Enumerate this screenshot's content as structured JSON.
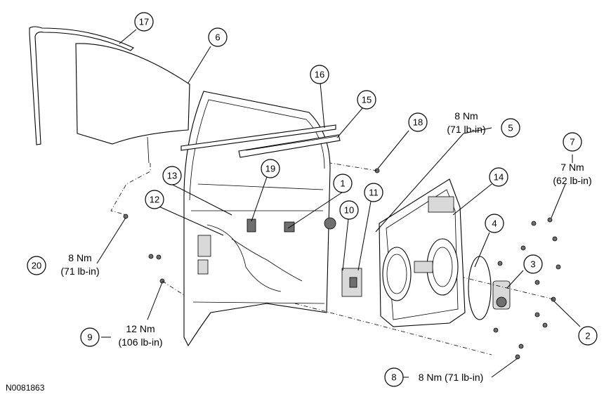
{
  "figure_id": "N0081863",
  "callouts": [
    {
      "id": "c1",
      "label": "1"
    },
    {
      "id": "c2",
      "label": "2"
    },
    {
      "id": "c3",
      "label": "3"
    },
    {
      "id": "c4",
      "label": "4"
    },
    {
      "id": "c5",
      "label": "5"
    },
    {
      "id": "c6",
      "label": "6"
    },
    {
      "id": "c7",
      "label": "7"
    },
    {
      "id": "c8",
      "label": "8"
    },
    {
      "id": "c9",
      "label": "9"
    },
    {
      "id": "c10",
      "label": "10"
    },
    {
      "id": "c11",
      "label": "11"
    },
    {
      "id": "c12",
      "label": "12"
    },
    {
      "id": "c13",
      "label": "13"
    },
    {
      "id": "c14",
      "label": "14"
    },
    {
      "id": "c15",
      "label": "15"
    },
    {
      "id": "c16",
      "label": "16"
    },
    {
      "id": "c17",
      "label": "17"
    },
    {
      "id": "c18",
      "label": "18"
    },
    {
      "id": "c19",
      "label": "19"
    },
    {
      "id": "c20",
      "label": "20"
    }
  ],
  "torque_specs": {
    "spec_5_nm": "8 Nm",
    "spec_5_lbin": "(71 lb-in)",
    "spec_7_nm": "7 Nm",
    "spec_7_lbin": "(62 lb-in)",
    "spec_20_nm": "8 Nm",
    "spec_20_lbin": "(71 lb-in)",
    "spec_9_nm": "12 Nm",
    "spec_9_lbin": "(106 lb-in)",
    "spec_8": "8 Nm (71 lb-in)"
  }
}
